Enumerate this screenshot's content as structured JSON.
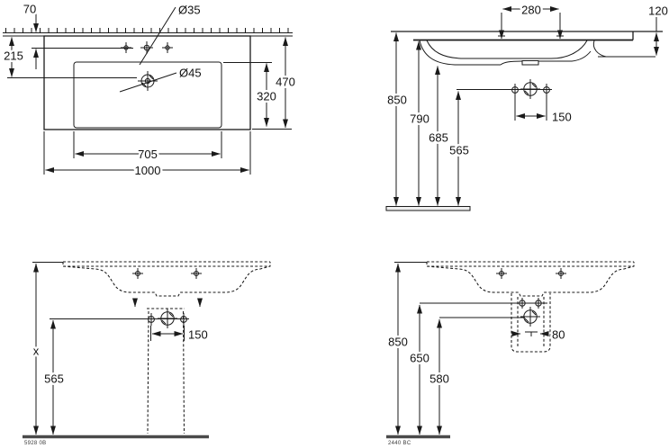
{
  "meta": {
    "type": "technical-drawing",
    "subject": "washbasin installation dimensions, 4 orthographic views",
    "unit": "mm",
    "line_color": "#1a1a1a",
    "background_color": "#ffffff",
    "hidden_line_style": "dashed"
  },
  "top_view": {
    "wall_offset": "70",
    "drain_offset": "215",
    "tap_hole_diameter": "Ø35",
    "drain_diameter": "Ø45",
    "inner_depth": "320",
    "overall_depth": "470",
    "inner_width": "705",
    "overall_width": "1000"
  },
  "side_view": {
    "tap_spacing": "280",
    "basin_edge_height": "120",
    "height_top": "850",
    "height_rim": "790",
    "height_underside": "685",
    "height_trap": "565",
    "trap_offset": "150"
  },
  "front_pedestal_view": {
    "height_variable": "x",
    "height_trap": "565",
    "trap_hole_spacing": "150",
    "drawing_code": "5928 0B"
  },
  "front_siphon_view": {
    "height_top": "850",
    "height_fixing": "650",
    "height_trap": "580",
    "cover_width": "80",
    "drawing_code": "2440 BC"
  }
}
